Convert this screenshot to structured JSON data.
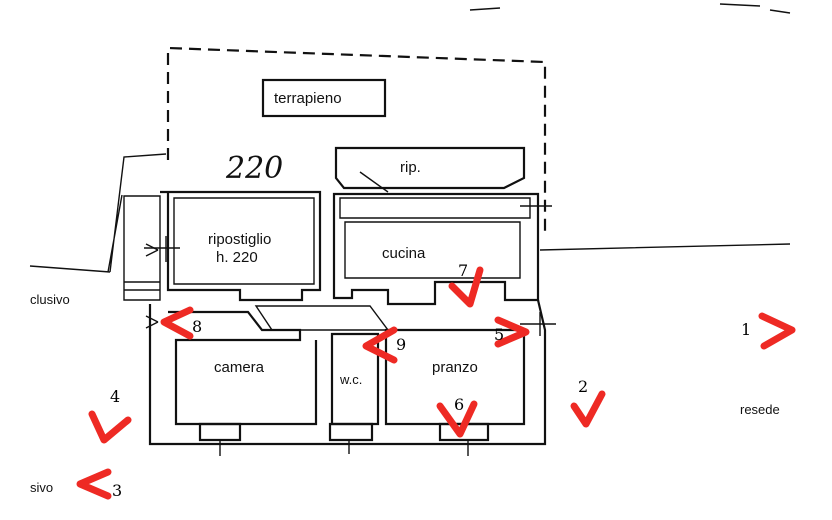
{
  "labels": {
    "terrapieno": "terrapieno",
    "rip": "rip.",
    "ripostiglio_line1": "ripostiglio",
    "ripostiglio_line2": "h. 220",
    "cucina": "cucina",
    "camera": "camera",
    "wc": "w.c.",
    "pranzo": "pranzo",
    "clusivo": "clusivo",
    "resede": "resede",
    "sivo": "sivo",
    "height_note": "220"
  },
  "photo_points": [
    {
      "num": "1",
      "direction": "right"
    },
    {
      "num": "2",
      "direction": "down"
    },
    {
      "num": "3",
      "direction": "left"
    },
    {
      "num": "4",
      "direction": "down"
    },
    {
      "num": "5",
      "direction": "right"
    },
    {
      "num": "6",
      "direction": "down"
    },
    {
      "num": "7",
      "direction": "down"
    },
    {
      "num": "8",
      "direction": "left"
    },
    {
      "num": "9",
      "direction": "left"
    }
  ],
  "colors": {
    "marker": "#ee2a24",
    "lines": "#111111"
  }
}
